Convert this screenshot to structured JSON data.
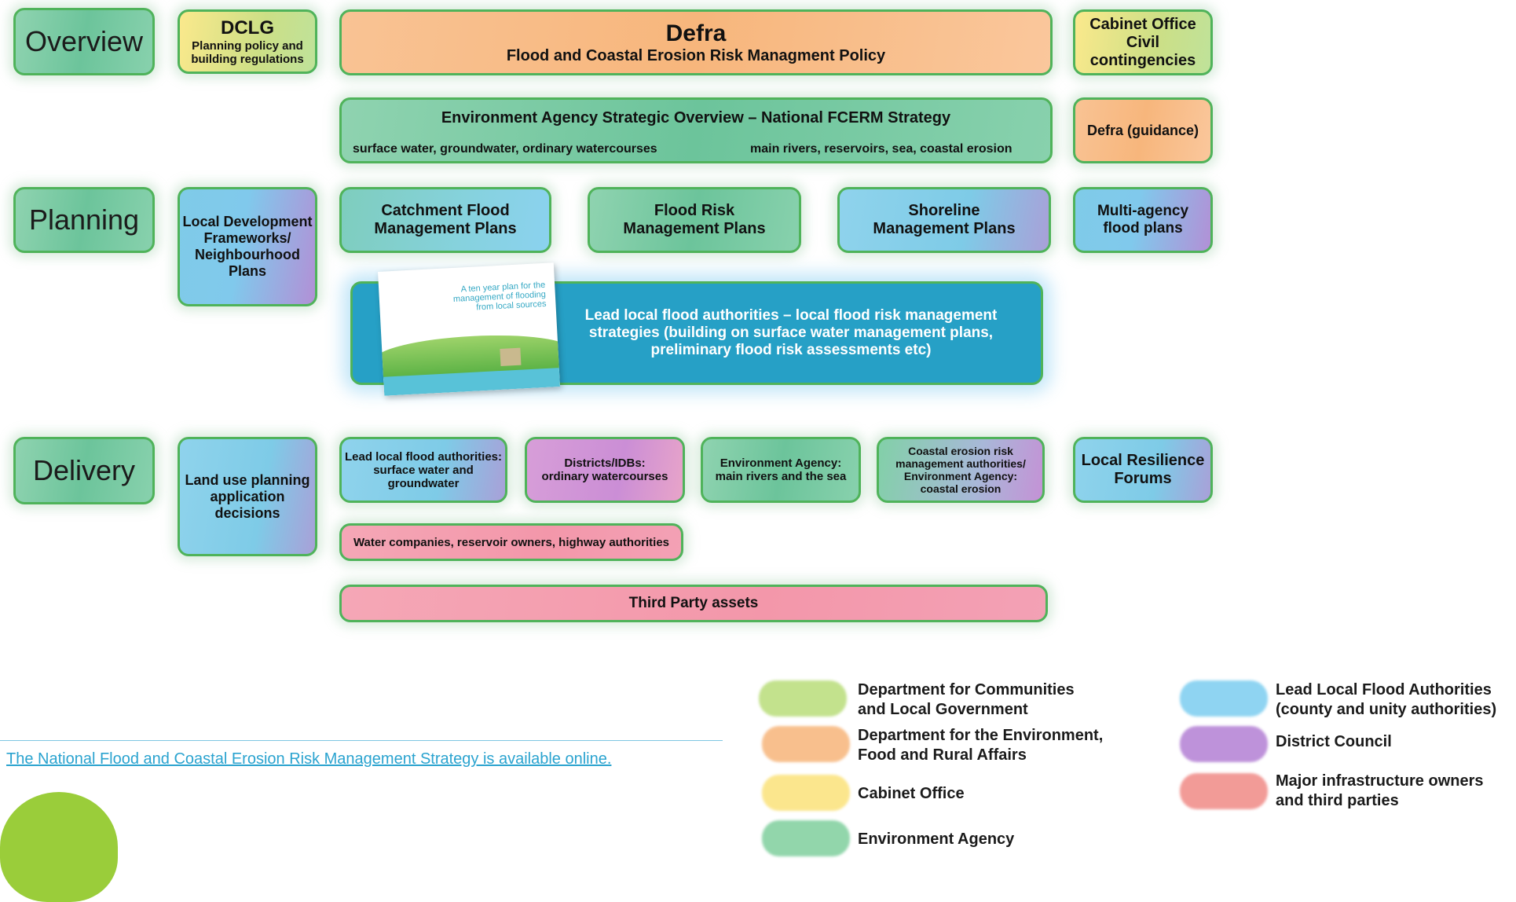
{
  "stages": {
    "overview": "Overview",
    "planning": "Planning",
    "delivery": "Delivery"
  },
  "overview": {
    "dclg": {
      "title": "DCLG",
      "sub1": "Planning policy and",
      "sub2": "building regulations"
    },
    "defra": {
      "title": "Defra",
      "sub": "Flood and Coastal Erosion Risk Managment Policy"
    },
    "cabinet": {
      "line1": "Cabinet Office",
      "line2": "Civil contingencies"
    },
    "ea": {
      "title": "Environment Agency Strategic Overview – National FCERM Strategy",
      "left": "surface water, groundwater, ordinary watercourses",
      "right": "main rivers, reservoirs, sea, coastal erosion"
    },
    "defra_guidance": "Defra (guidance)"
  },
  "planning": {
    "ldf": {
      "line1": "Local Development",
      "line2": "Frameworks/",
      "line3": "Neighbourhood",
      "line4": "Plans"
    },
    "cfmp": {
      "line1": "Catchment Flood",
      "line2": "Management Plans"
    },
    "frmp": {
      "line1": "Flood Risk",
      "line2": "Management Plans"
    },
    "smp": {
      "line1": "Shoreline",
      "line2": "Management Plans"
    },
    "multi": {
      "line1": "Multi-agency",
      "line2": "flood plans"
    },
    "llfa": {
      "line1": "Lead local flood authorities – local flood risk management",
      "line2": "strategies (building on surface water management plans,",
      "line3": "preliminary flood risk assessments etc)"
    },
    "doc": {
      "line1": "A ten year plan for the",
      "line2": "management of flooding",
      "line3": "from local sources"
    }
  },
  "delivery": {
    "landuse": {
      "line1": "Land use planning",
      "line2": "application",
      "line3": "decisions"
    },
    "llfa": {
      "line1": "Lead local flood authorities:",
      "line2": "surface water and",
      "line3": "groundwater"
    },
    "districts": {
      "line1": "Districts/IDBs:",
      "line2": "ordinary watercourses"
    },
    "ea": {
      "line1": "Environment Agency:",
      "line2": "main rivers and the sea"
    },
    "coastal": {
      "line1": "Coastal erosion risk",
      "line2": "management authorities/",
      "line3": "Environment Agency:",
      "line4": "coastal erosion"
    },
    "lrf": {
      "line1": "Local Resilience",
      "line2": "Forums"
    },
    "water": "Water companies, reservoir owners, highway authorities",
    "third": "Third Party assets"
  },
  "legend": [
    {
      "line1": "Department for Communities",
      "line2": "and Local Government",
      "color": "#b9dd7a"
    },
    {
      "line1": "Department for the Environment,",
      "line2": "Food and Rural Affairs",
      "color": "#f7b57a"
    },
    {
      "line1": "Cabinet Office",
      "line2": "",
      "color": "#fbe27a"
    },
    {
      "line1": "Environment Agency",
      "line2": "",
      "color": "#7fcf9d"
    },
    {
      "line1": "Lead Local Flood Authorities",
      "line2": "(county and unity authorities)",
      "color": "#7ccdf0"
    },
    {
      "line1": "District Council",
      "line2": "",
      "color": "#b37fd4"
    },
    {
      "line1": "Major infrastructure owners",
      "line2": "and third parties",
      "color": "#f08a86"
    }
  ],
  "footnote": "The National Flood and Coastal Erosion Risk Management Strategy is available online."
}
